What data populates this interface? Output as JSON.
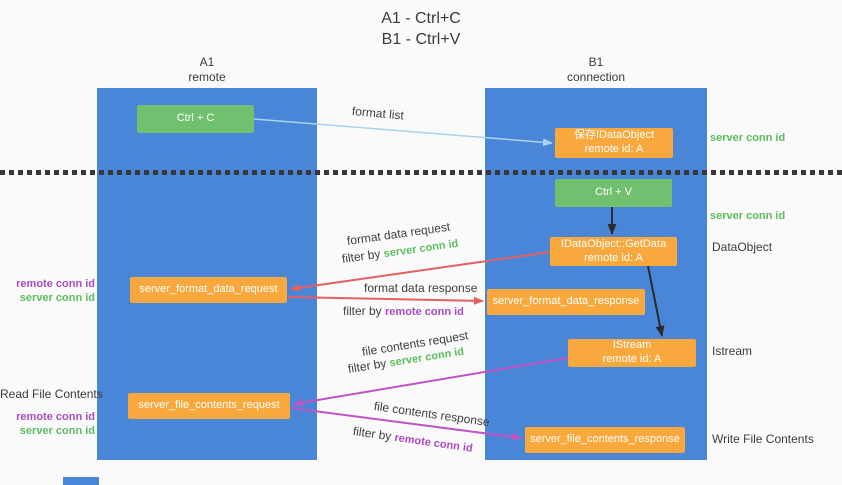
{
  "title": {
    "line1": "A1 - Ctrl+C",
    "line2": "B1 - Ctrl+V"
  },
  "lifelines": {
    "left": {
      "name": "A1",
      "role": "remote"
    },
    "right": {
      "name": "B1",
      "role": "connection"
    }
  },
  "nodes": {
    "ctrl_c": {
      "label": "Ctrl + C"
    },
    "save_dataobject": {
      "line1": "保存IDataObject",
      "line2": "remote id: A"
    },
    "ctrl_v": {
      "label": "Ctrl + V"
    },
    "getdata": {
      "line1": "IDataObject::GetData",
      "line2": "remote id: A"
    },
    "format_request": {
      "label": "server_format_data_request"
    },
    "format_response": {
      "label": "server_format_data_response"
    },
    "istream": {
      "line1": "IStream",
      "line2": "remote id: A"
    },
    "file_request": {
      "label": "server_file_contents_request"
    },
    "file_response": {
      "label": "server_file_contents_response"
    }
  },
  "arrow_labels": {
    "format_list": "format list",
    "format_data_request": "format data request",
    "format_data_response": "format data response",
    "file_contents_request": "file contents request",
    "file_contents_response": "file contents response",
    "filter_by": "filter by",
    "server_conn_id": "server conn id",
    "remote_conn_id": "remote conn id"
  },
  "side_labels": {
    "server_conn_id_top": "server conn id",
    "server_conn_id_mid": "server conn id",
    "dataobject": "DataObject",
    "istream": "Istream",
    "write_file_contents": "Write File Contents",
    "read_file_contents": "Read File Contents",
    "remote_conn_id_left1": "remote conn id",
    "server_conn_id_left1": "server conn id",
    "remote_conn_id_left2": "remote conn id",
    "server_conn_id_left2": "server conn id"
  },
  "colors": {
    "lifeline_blue": "#4a86d8",
    "node_green": "#70c06f",
    "node_orange": "#f9a83d",
    "arrow_red": "#e55f5f",
    "arrow_magenta": "#bf54c3",
    "arrow_lightblue": "#a9d3ee",
    "arrow_black": "#2b2b2b",
    "label_green": "#5cbd5e",
    "label_purple": "#ab4bc4",
    "text_dark": "#3b3b3b",
    "background": "#fafafa"
  }
}
